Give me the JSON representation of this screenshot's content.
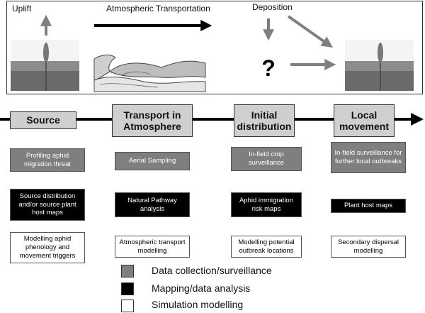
{
  "top": {
    "uplift_label": "Uplift",
    "transport_label": "Atmospheric Transportation",
    "deposition_label": "Deposition",
    "question_mark": "?"
  },
  "stages": [
    {
      "label": "Source"
    },
    {
      "label": "Transport in Atmosphere"
    },
    {
      "label": "Initial distribution"
    },
    {
      "label": "Local movement"
    }
  ],
  "columns": [
    {
      "grey": "Profiling aphid migration threat",
      "black": "Source distribution and/or source plant host maps",
      "white": "Modelling aphid phenology and movement triggers"
    },
    {
      "grey": "Aerial Sampling",
      "black": "Natural Pathway analysis",
      "white": "Atmospheric transport modelling"
    },
    {
      "grey": "In-field crop surveillance",
      "black": "Aphid immigration risk maps",
      "white": "Modelling potential outbreak locations"
    },
    {
      "grey": "In-field surveillance for further local outbreaks",
      "black": "Plant host maps",
      "white": "Secondary dispersal modelling"
    }
  ],
  "legend": [
    {
      "label": "Data collection/surveillance",
      "color": "#7f7f7f"
    },
    {
      "label": "Mapping/data analysis",
      "color": "#000000"
    },
    {
      "label": "Simulation modelling",
      "color": "#ffffff"
    }
  ],
  "icons": [
    "wheat-photo",
    "arrow-up",
    "arrow-right",
    "wave-illustration",
    "arrow-down",
    "arrow-diagonal",
    "question-mark"
  ]
}
